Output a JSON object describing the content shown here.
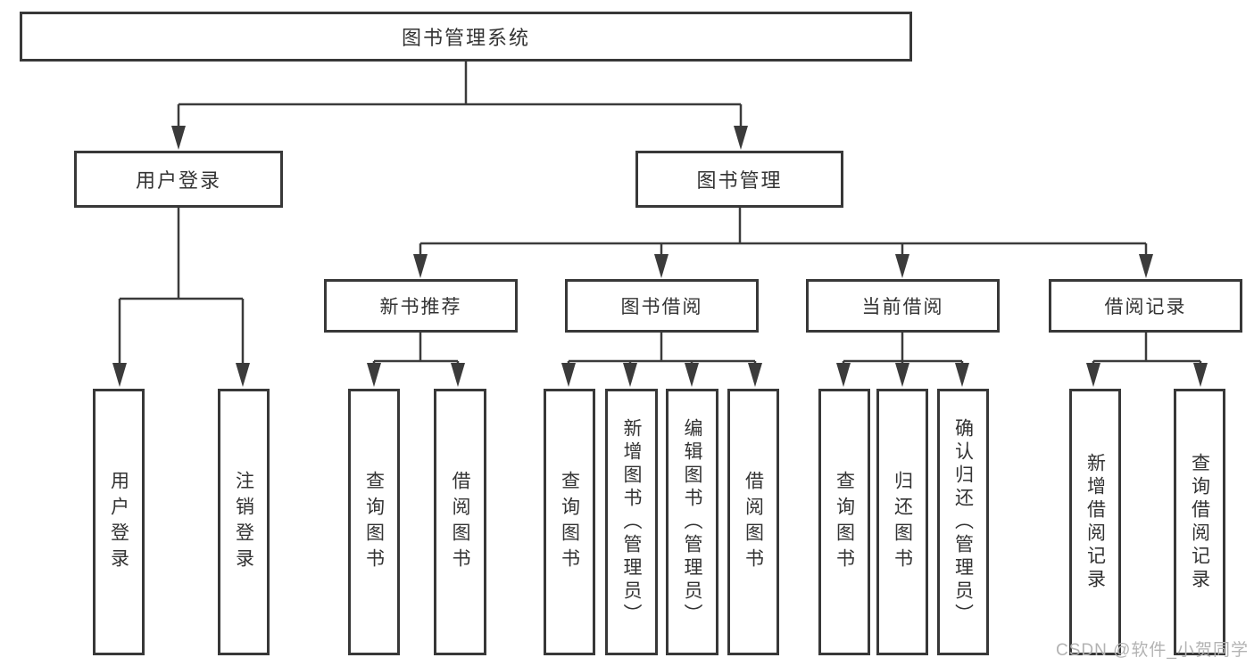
{
  "diagram": {
    "title": "图书管理系统",
    "level2": {
      "user_login": "用户登录",
      "book_management": "图书管理"
    },
    "level3": {
      "new_book_recommend": "新书推荐",
      "book_borrow": "图书借阅",
      "current_borrow": "当前借阅",
      "borrow_records": "借阅记录"
    },
    "leaves": {
      "user_login": [
        "用户登录",
        "注销登录"
      ],
      "new_book_recommend": [
        "查询图书",
        "借阅图书"
      ],
      "book_borrow": [
        "查询图书",
        "新增图书（管理员）",
        "编辑图书（管理员）",
        "借阅图书"
      ],
      "current_borrow": [
        "查询图书",
        "归还图书",
        "确认归还（管理员）"
      ],
      "borrow_records": [
        "新增借阅记录",
        "查询借阅记录"
      ]
    },
    "watermark": "CSDN @软件_小贺同学",
    "colors": {
      "line": "#3b3b3b",
      "border": "#383838",
      "text": "#333333",
      "watermark": "#b3b3b3",
      "background": "#ffffff"
    }
  }
}
